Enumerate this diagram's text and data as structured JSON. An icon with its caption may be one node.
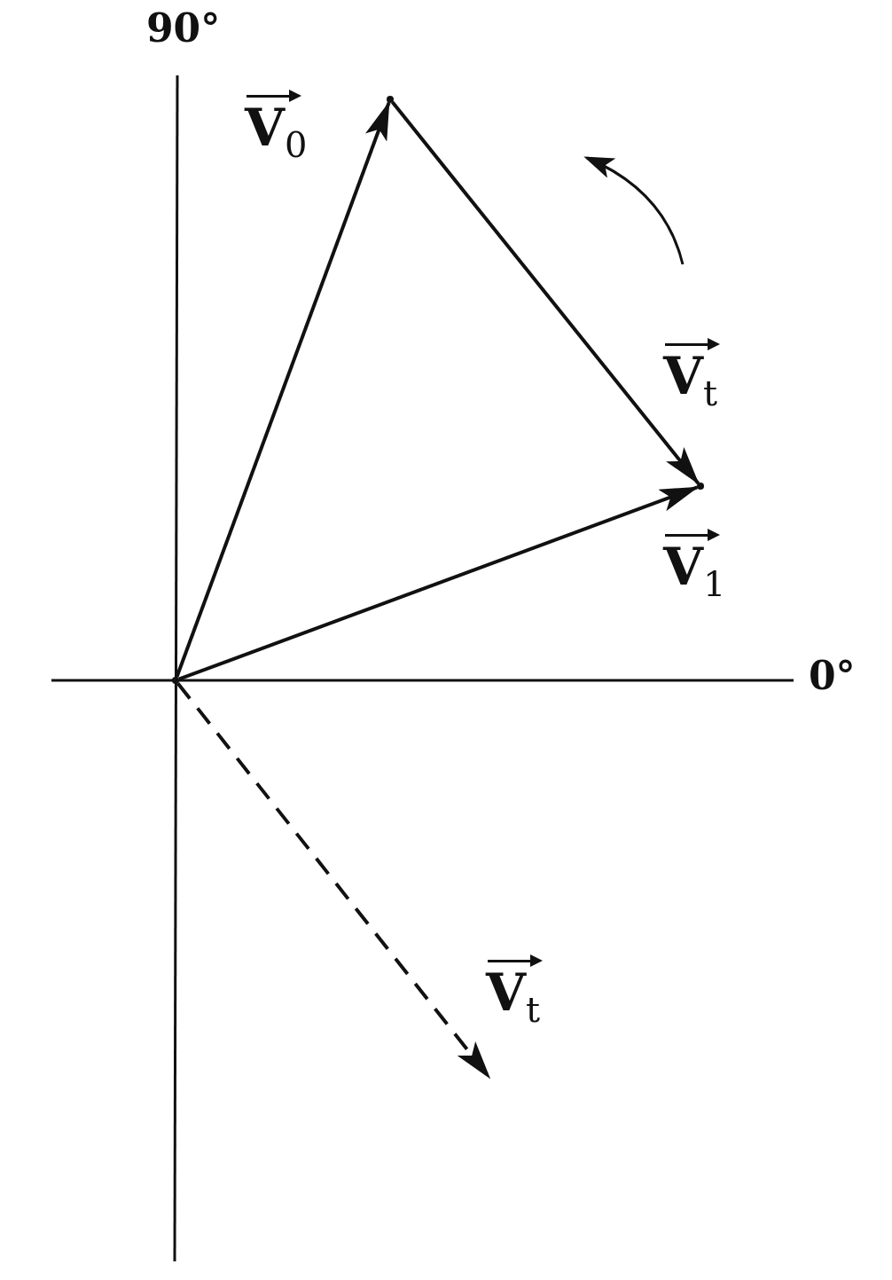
{
  "diagram": {
    "nodes": [
      {
        "text": [],
        "shape": "dot"
      },
      {
        "text": [],
        "shape": "dot"
      },
      {
        "text": [],
        "shape": "dot"
      }
    ],
    "edges": [
      {
        "from": 0,
        "to": 1,
        "arrow": "to",
        "label": "V$_{0}$"
      },
      {
        "from": 1,
        "to": 2,
        "arrow": "to",
        "label": "V$_{t}$"
      },
      {
        "from": 0,
        "to": 2,
        "arrow": "to",
        "label": "V$_{1}$"
      },
      {
        "from": 0,
        "to": null,
        "arrow": "to",
        "label": "V$_{t}$",
        "style": "dashed"
      }
    ],
    "labels": [
      "90°",
      "0°"
    ]
  }
}
